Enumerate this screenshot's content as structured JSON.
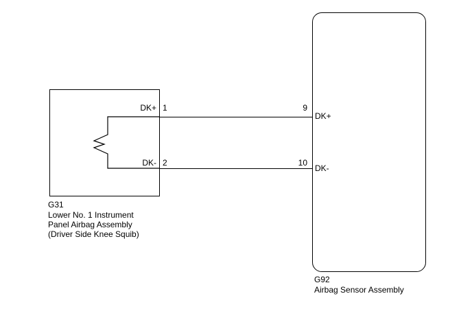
{
  "diagram": {
    "left_component": {
      "code": "G31",
      "name_lines": [
        "Lower No. 1 Instrument",
        "Panel Airbag Assembly",
        "(Driver Side Knee Squib)"
      ]
    },
    "right_component": {
      "code": "G92",
      "name": "Airbag Sensor Assembly"
    },
    "wires": [
      {
        "left_label": "DK+",
        "left_pin": "1",
        "right_pin": "9",
        "right_label": "DK+"
      },
      {
        "left_label": "DK-",
        "left_pin": "2",
        "right_pin": "10",
        "right_label": "DK-"
      }
    ],
    "colors": {
      "line": "#000000",
      "background": "#ffffff"
    }
  }
}
